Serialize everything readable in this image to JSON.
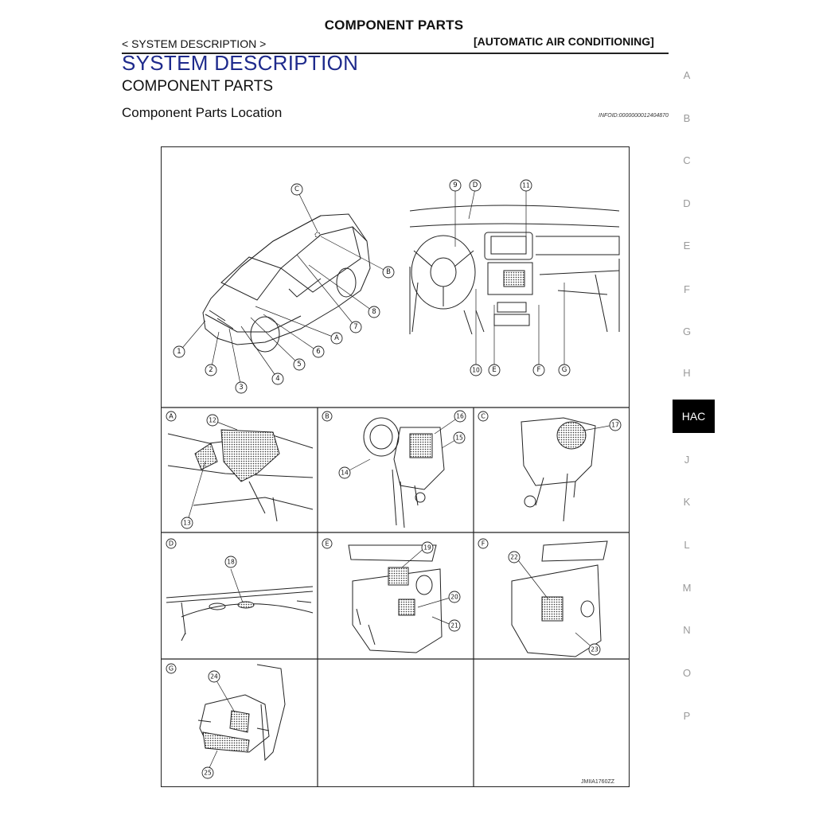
{
  "header": {
    "title": "COMPONENT PARTS",
    "breadcrumb": "< SYSTEM DESCRIPTION >",
    "section": "[AUTOMATIC AIR CONDITIONING]"
  },
  "content": {
    "heading": "SYSTEM DESCRIPTION",
    "subheading": "COMPONENT PARTS",
    "subsubheading": "Component Parts Location",
    "info_id": "INFOID:0000000012404870"
  },
  "sidebar": {
    "letters": [
      "A",
      "B",
      "C",
      "D",
      "E",
      "F",
      "G",
      "H",
      "J",
      "K",
      "L",
      "M",
      "N",
      "O",
      "P"
    ],
    "active": "HAC"
  },
  "figure": {
    "code": "JMIIA1760ZZ",
    "vehicle_callouts": [
      "1",
      "2",
      "3",
      "4",
      "5",
      "6",
      "7",
      "8",
      "A",
      "B",
      "C"
    ],
    "dash_callouts": [
      "9",
      "D",
      "11",
      "10",
      "E",
      "F",
      "G"
    ],
    "panels": [
      {
        "letter": "A",
        "callouts": [
          "12",
          "13"
        ]
      },
      {
        "letter": "B",
        "callouts": [
          "16",
          "15",
          "14"
        ]
      },
      {
        "letter": "C",
        "callouts": [
          "17"
        ]
      },
      {
        "letter": "D",
        "callouts": [
          "18"
        ]
      },
      {
        "letter": "E",
        "callouts": [
          "19",
          "20",
          "21"
        ]
      },
      {
        "letter": "F",
        "callouts": [
          "22",
          "23"
        ]
      },
      {
        "letter": "G",
        "callouts": [
          "24",
          "25"
        ]
      }
    ]
  },
  "colors": {
    "heading": "#1e2a8c",
    "tab_bg": "#000000",
    "side_letters": "#9a9a9a"
  }
}
